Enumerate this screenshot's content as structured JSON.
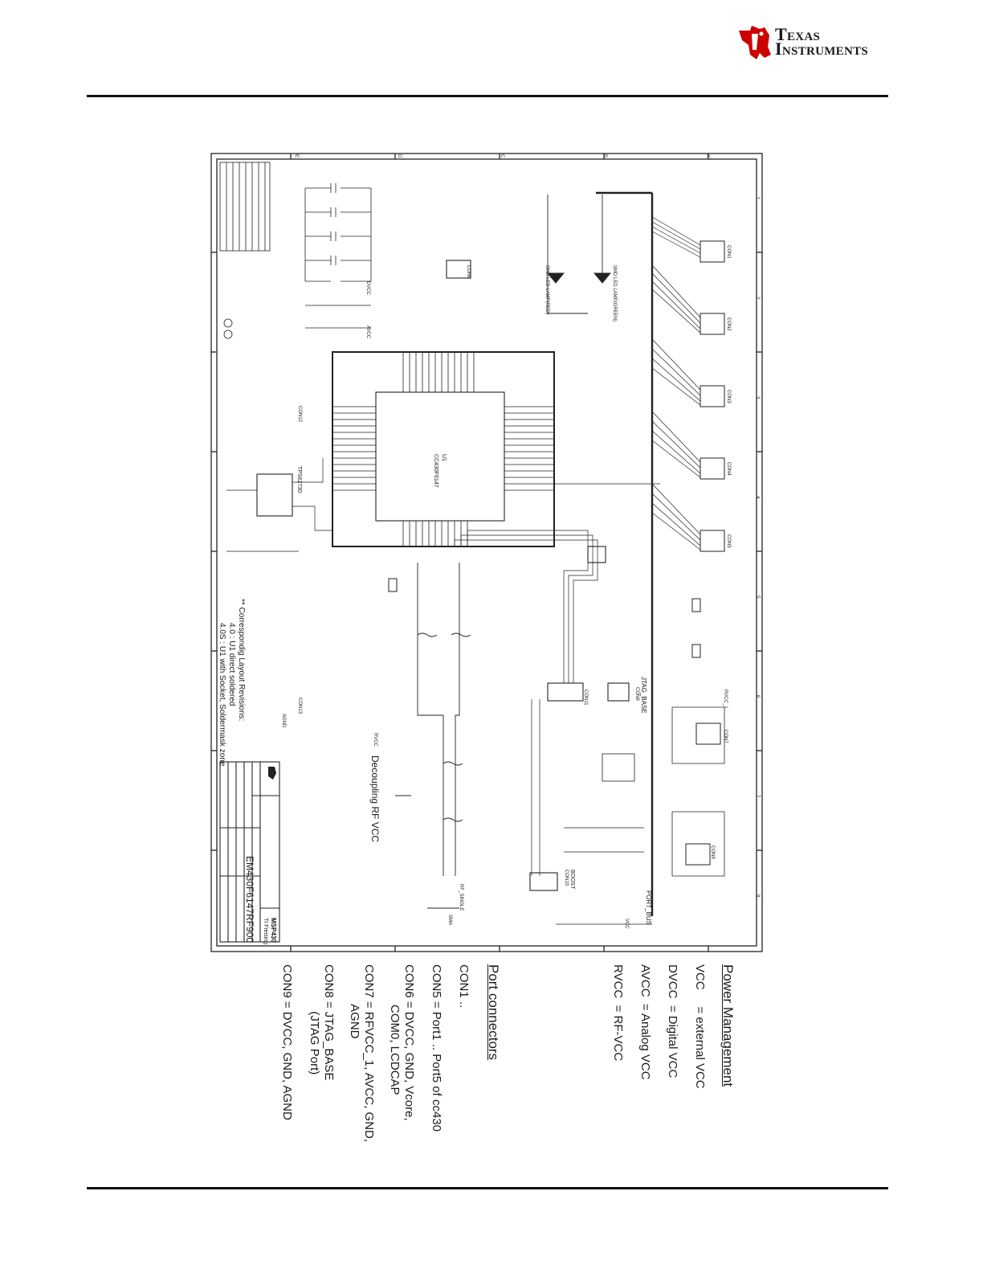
{
  "header": {
    "brand_line1": "Texas",
    "brand_line2": "Instruments"
  },
  "schematic": {
    "board_name": "EM430F6147RF900",
    "company": "TI Freising",
    "family": "MSP430",
    "mcu_label": "CC430F6147",
    "mcu_ref": "U1",
    "port_bus_label": "PORT_BUS",
    "decoupling_title": "Decoupling RF VCC",
    "layout_note_title": "** Correspondig Layout Revisions:",
    "layout_note_1": "4.0   : U1 direct soldered",
    "layout_note_2": "4.0S : U1 with Socket, Soldermask zone",
    "jtag_base_label": "JTAG_BASE",
    "boost_label": "BOOST",
    "connectors": [
      "CON1",
      "CON2",
      "CON3",
      "CON4",
      "CON5",
      "CON6",
      "CON7",
      "CON8",
      "CON9",
      "CON10",
      "CON11",
      "CON12",
      "CON13"
    ],
    "nets": [
      "DVCC",
      "AVCC",
      "RVCC",
      "VCC",
      "AGND",
      "RVCC_1",
      "RF_SINGLE",
      "SMA"
    ],
    "leds": [
      "SMD LED LAMP(RED)",
      "SMD LED LAMP(GREEN)"
    ],
    "regulator": "TPS62730",
    "column_letters": [
      "E",
      "D",
      "C",
      "B",
      "A"
    ],
    "row_numbers": [
      "1",
      "2",
      "3",
      "4",
      "5",
      "6",
      "7",
      "8"
    ]
  },
  "notes": {
    "power_title": "Power Management",
    "power_items": [
      "VCC     = external VCC",
      "DVCC  = Digital VCC",
      "AVCC  = Analog VCC",
      "RVCC  = RF-VCC"
    ],
    "port_title": "Port connectors",
    "port_items": [
      "CON1 ..",
      "CON5 = Port1 .. Port5 of cc430",
      "CON6 = DVCC, GND, Vcore,",
      "            COM0, LCDCAP",
      "CON7 = RFVCC_1, AVCC, GND,",
      "            AGND",
      "CON8 = JTAG_BASE",
      "              (JTAG Port)",
      "CON9 = DVCC, GND, AGND"
    ]
  }
}
